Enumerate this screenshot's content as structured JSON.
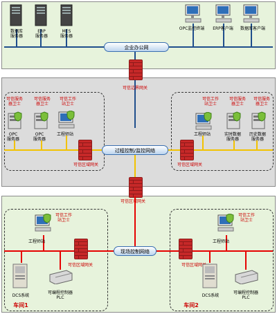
{
  "top": {
    "servers": [
      "数据库\n服务器",
      "ERP\n服务器",
      "MES\n服务器"
    ],
    "clients": [
      "OPC监控终端",
      "ERP客户端",
      "数据库客户端"
    ],
    "network": "企业办公网",
    "gateway": "可信边界网关"
  },
  "mid": {
    "network": "过程控制/监控网络",
    "gateway_bottom": "可信区域网关",
    "left": {
      "guards": [
        "可信服务\n器卫士",
        "可信服务\n器卫士",
        "可信工作\n站卫士"
      ],
      "nodes": [
        "OPC\n服务器",
        "OPC\n服务器",
        "工程师站"
      ],
      "gateway": "可信区域网关"
    },
    "right": {
      "guards": [
        "可信工作\n站卫士",
        "可信服务\n器卫士",
        "可信服务\n器卫士"
      ],
      "nodes": [
        "工程师站",
        "实时数据\n服务器",
        "历史数据\n服务器"
      ],
      "gateway": "可信区域网关"
    }
  },
  "bot": {
    "network": "现场控制网络",
    "left": {
      "guard": "可信工作\n站卫士",
      "eng": "工程师站",
      "gateway": "可信区域网关",
      "dcs": "DCS系统",
      "plc": "可编程控制器\nPLC",
      "name": "车间1"
    },
    "right": {
      "guard": "可信工作\n站卫士",
      "eng": "工程师站",
      "gateway": "可信区域网关",
      "dcs": "DCS系统",
      "plc": "可编程控制器\nPLC",
      "name": "车间2"
    }
  },
  "colors": {
    "top_bg": "#e7f3dc",
    "mid_bg": "#dcdcdc",
    "bus_dark": "#1f4e8c",
    "bus_yellow": "#f2c200",
    "bus_red": "#e60000",
    "label_red": "#cc0000"
  }
}
